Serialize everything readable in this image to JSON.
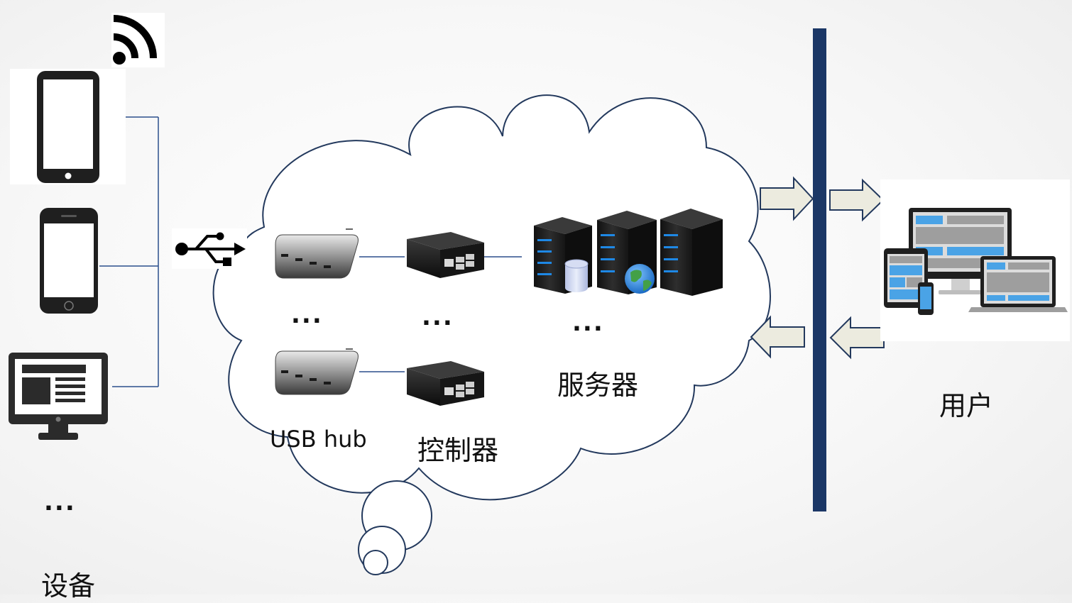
{
  "labels": {
    "devices": "设备",
    "usb_hub": "USB hub",
    "controller": "控制器",
    "server": "服务器",
    "user": "用户"
  },
  "ellipsis": "...",
  "icons": {
    "wifi": "wifi-icon",
    "usb": "usb-icon",
    "tablet": "tablet-icon",
    "phone": "phone-icon",
    "monitor": "monitor-icon",
    "hub": "usb-hub-icon",
    "controller": "controller-box-icon",
    "server": "server-rack-icon",
    "database": "database-icon",
    "globe": "globe-icon",
    "responsive": "responsive-devices-icon",
    "arrow": "arrow-icon"
  },
  "colors": {
    "line": "#2b4f8c",
    "cloud_stroke": "#23395d",
    "firewall": "#1b3766",
    "arrow_fill": "#ecebdf",
    "arrow_stroke": "#23395d",
    "device_dark": "#1f1f1f",
    "server_dark": "#222222",
    "server_led": "#1e88e5"
  }
}
